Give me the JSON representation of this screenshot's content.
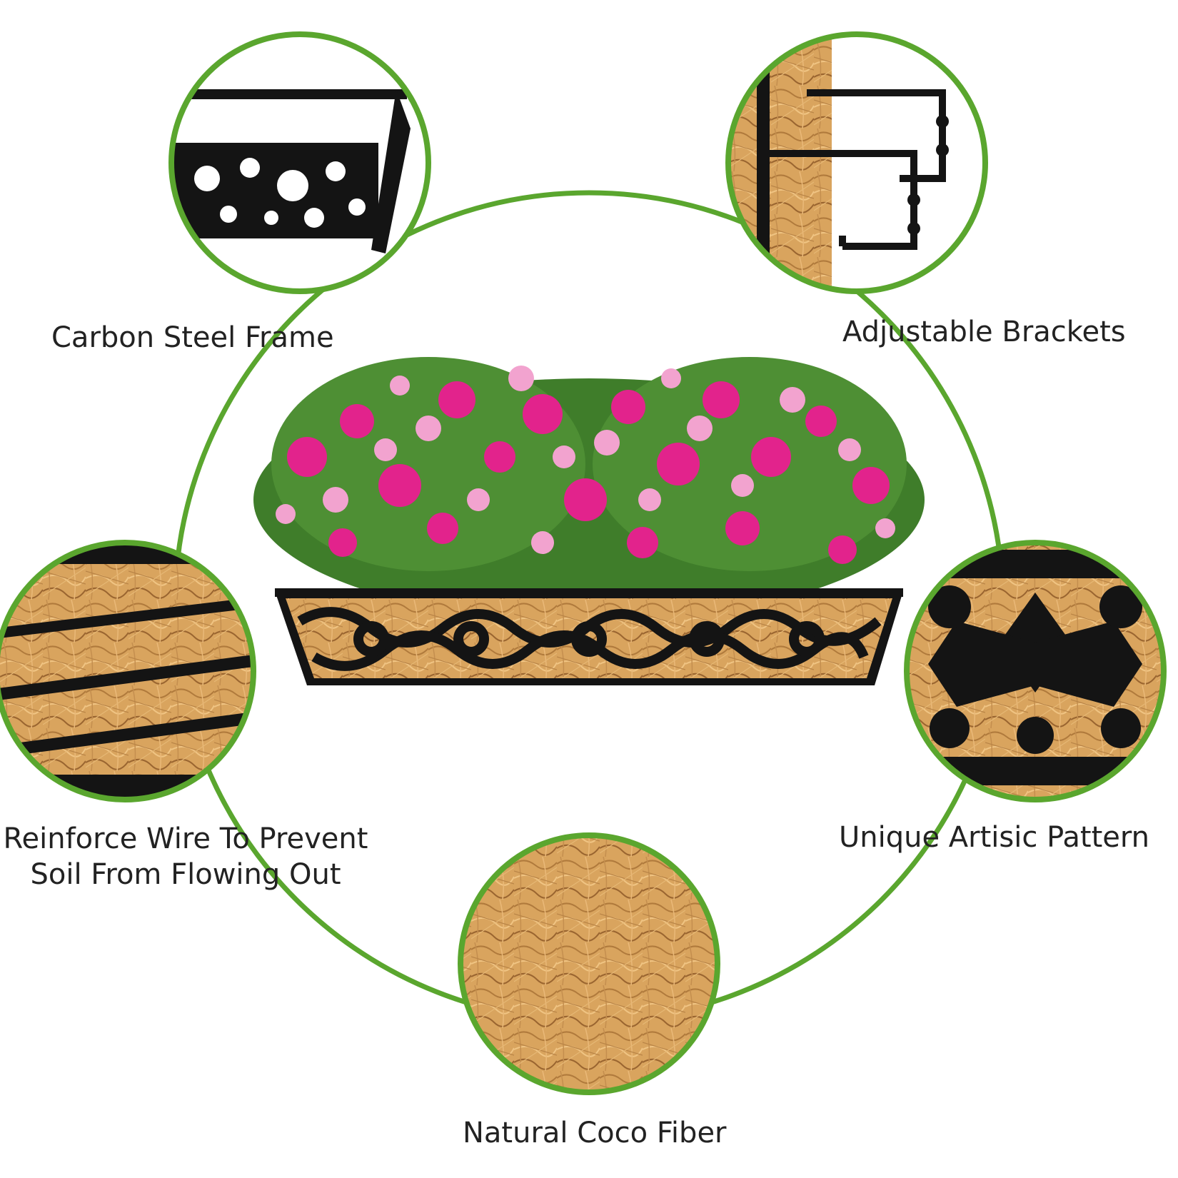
{
  "colors": {
    "ring": "#5aa62e",
    "frame_black": "#141414",
    "coco_light": "#d9a45e",
    "coco_dark": "#a8713a",
    "flower_magenta": "#e2238c",
    "flower_pink": "#f2a3cf",
    "leaf_green": "#3f7d2a"
  },
  "features": {
    "carbon_steel_frame": "Carbon Steel Frame",
    "adjustable_brackets": "Adjustable Brackets",
    "reinforce_wire_line1": "Reinforce Wire To Prevent",
    "reinforce_wire_line2": "Soil From Flowing Out",
    "unique_pattern": "Unique Artisic Pattern",
    "coco_fiber": "Natural Coco Fiber"
  },
  "icons": {
    "frame_detail": "planter-frame-closeup",
    "brackets_detail": "adjustable-bracket-closeup",
    "wire_detail": "reinforce-wire-closeup",
    "pattern_detail": "artistic-pattern-closeup",
    "fiber_detail": "coco-fiber-closeup",
    "product": "flower-window-box-planter"
  }
}
